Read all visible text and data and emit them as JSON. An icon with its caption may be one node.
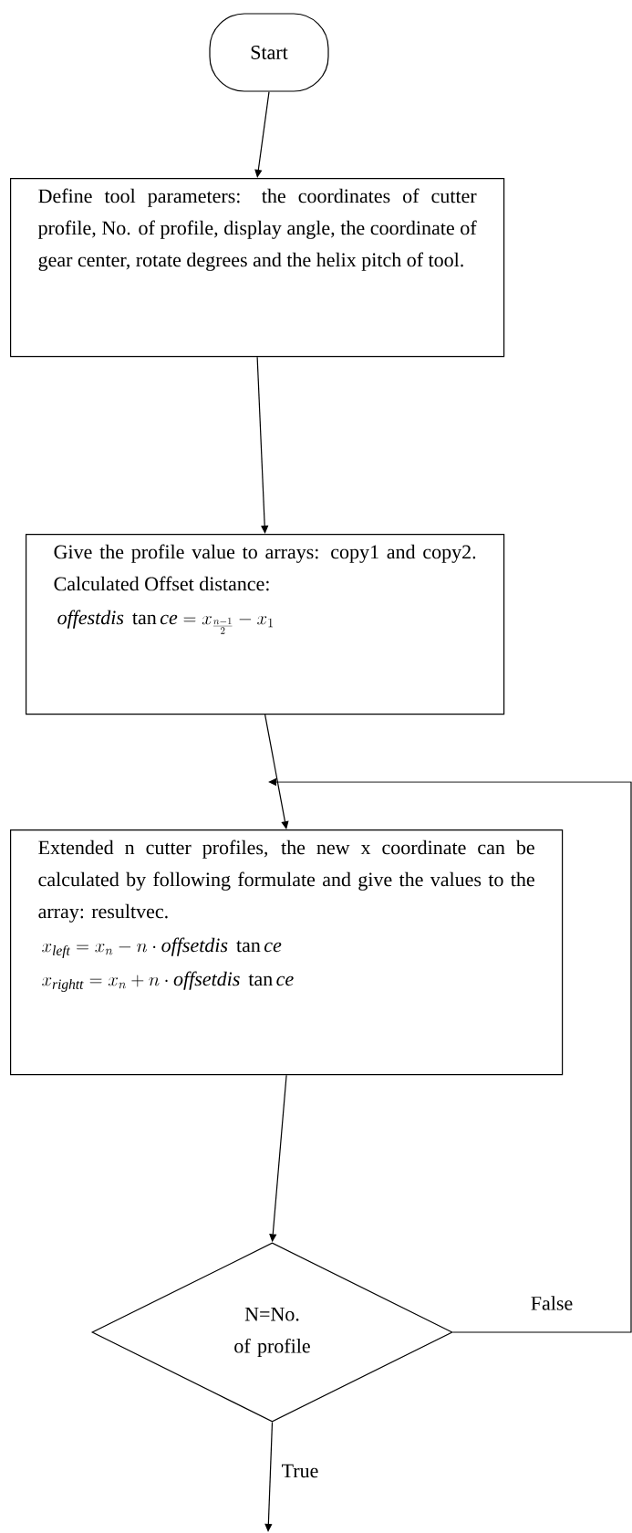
{
  "diagram": {
    "nodes": [
      {
        "text": [
          "Start"
        ]
      },
      {
        "text": [
          "Define tool parameters: the coordinates of cutter profile, No. of profile, display angle, the coordinate of gear center, rotate degrees and the helix pitch of tool."
        ]
      },
      {
        "text": [
          "Give the profile value to arrays: copy1 and copy2. Calculated Offset distance:",
          "\\mathit{offestdis}\\ \\tan \\mathit{ce} = x_{\\frac{n-1}{2}} - x_1"
        ]
      },
      {
        "text": [
          "Extended n cutter profiles, the new x coordinate can be calculated by following formulate and give the values to the array: resultvec.",
          "x_{\\mathit{left}} = x_n - n \\cdot \\mathit{offsetdis}\\ \\tan \\mathit{ce}",
          "x_{\\mathit{rightt}} = x_n + n \\cdot \\mathit{offsetdis}\\ \\tan \\mathit{ce}"
        ]
      },
      {
        "text": [
          "N=No. of profile"
        ]
      }
    ],
    "edges": [
      {
        "from": 0,
        "to": 1,
        "arrow": "to"
      },
      {
        "from": 1,
        "to": 2,
        "arrow": "to"
      },
      {
        "from": 2,
        "to": 3,
        "arrow": "to"
      },
      {
        "from": 3,
        "to": 4,
        "arrow": "to"
      },
      {
        "from": 4,
        "to": 3,
        "arrow": "to",
        "label": "False"
      },
      {
        "from": 4,
        "to": null,
        "arrow": "to",
        "label": "True"
      }
    ]
  }
}
